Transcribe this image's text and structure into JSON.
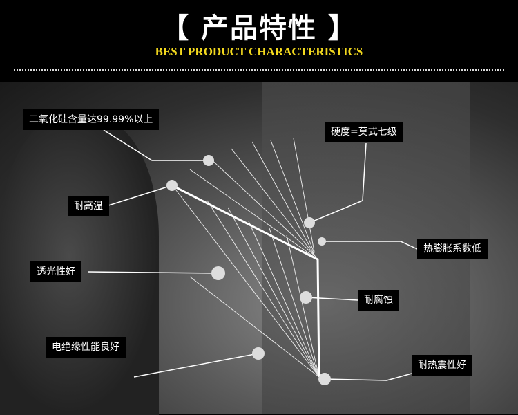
{
  "header": {
    "title": "【 产品特性 】",
    "subtitle": "BEST PRODUCT CHARACTERISTICS"
  },
  "features": [
    "二氧化硅含量达99.99%以上",
    "硬度=莫式七级",
    "耐高温",
    "热膨胀系数低",
    "透光性好",
    "耐腐蚀",
    "电绝缘性能良好",
    "耐热震性好"
  ],
  "colors": {
    "accent": "#f2d81e"
  }
}
